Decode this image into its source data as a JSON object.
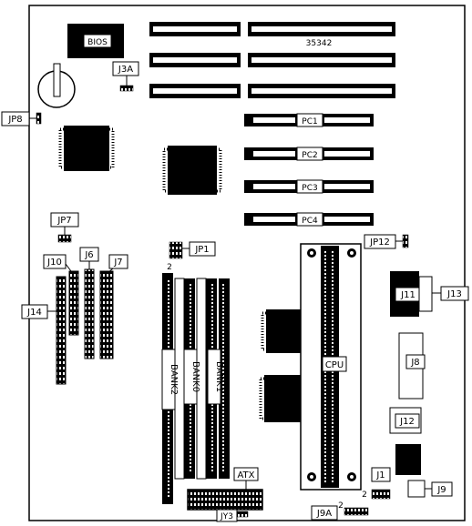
{
  "board": {
    "id": "35342"
  },
  "chips": {
    "bios": "BIOS"
  },
  "slots": {
    "pci": [
      "PC1",
      "PC2",
      "PC3",
      "PC4"
    ]
  },
  "memory": {
    "banks": [
      "BANK2",
      "BANK0",
      "BANK1"
    ]
  },
  "cpu": {
    "label": "CPU"
  },
  "jumpers": {
    "jp1": "JP1",
    "jp7": "JP7",
    "jp8": "JP8",
    "jp12": "JP12",
    "j3a": "J3A",
    "jy3": "JY3",
    "j9a": "J9A",
    "j1": "J1",
    "pin_2_a": "2",
    "pin_2_b": "2",
    "pin_2_c": "2"
  },
  "connectors": {
    "j6": "J6",
    "j7": "J7",
    "j10": "J10",
    "j14": "J14",
    "j11": "J11",
    "j13": "J13",
    "j8": "J8",
    "j12": "J12",
    "j9": "J9",
    "atx": "ATX"
  }
}
